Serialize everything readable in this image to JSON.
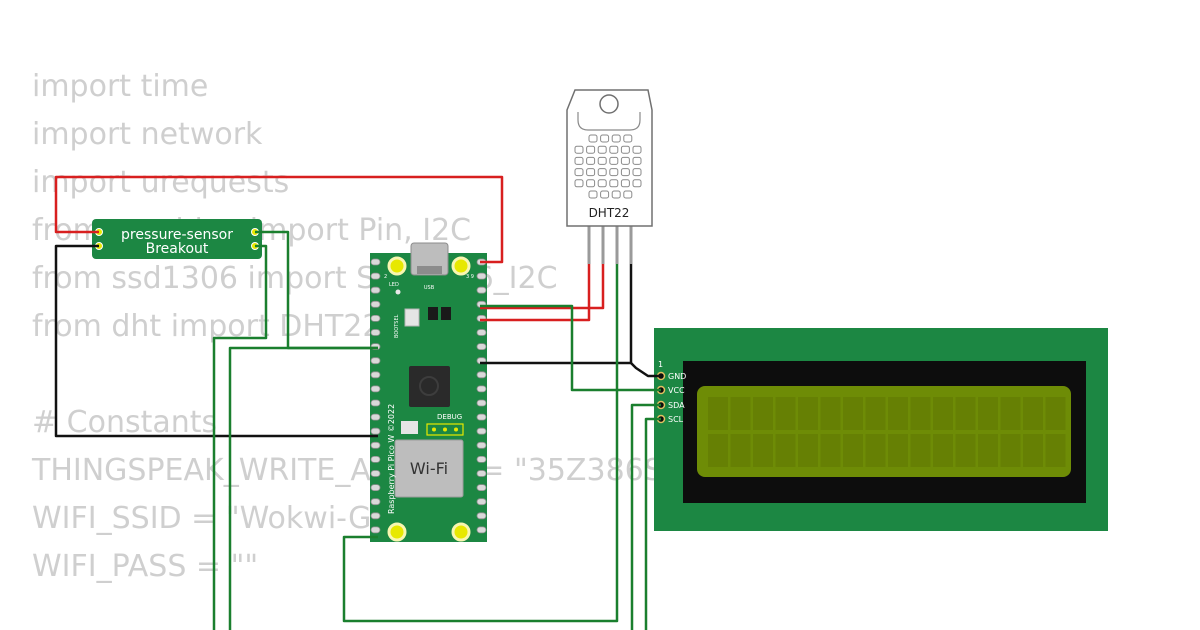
{
  "code_lines": [
    "import time",
    "import network",
    "import urequests",
    "from machine import Pin, I2C",
    "from ssd1306 import SSD1306_I2C",
    "from dht import DHT22",
    "",
    "# Constants",
    "THINGSPEAK_WRITE_API_KEY = \"35Z386SSZVXXXXXX\"  # ThingSpeak",
    "WIFI_SSID = \"Wokwi-GUEST\"",
    "WIFI_PASS = \"\""
  ],
  "pressure_sensor": {
    "title": "pressure-sensor",
    "subtitle": "Breakout"
  },
  "dht22": {
    "label": "DHT22"
  },
  "pico": {
    "board_name": "Raspberry Pi Pico W ©2022",
    "wifi_label": "Wi-Fi",
    "debug_label": "DEBUG",
    "usb_label": "USB",
    "led_label": "LED",
    "bootsel_label": "BOOTSEL",
    "pin1_label": "2",
    "pin39_label": "3 9"
  },
  "lcd": {
    "pin_number_label": "1",
    "pins": [
      "GND",
      "VCC",
      "SDA",
      "SCL"
    ]
  },
  "colors": {
    "wire_green": "#1a7f2e",
    "wire_red": "#d81f1f",
    "wire_black": "#111111",
    "board_green": "#1c8743",
    "lcd_screen": "#6e8c06",
    "code_text": "#cfcfcf"
  }
}
